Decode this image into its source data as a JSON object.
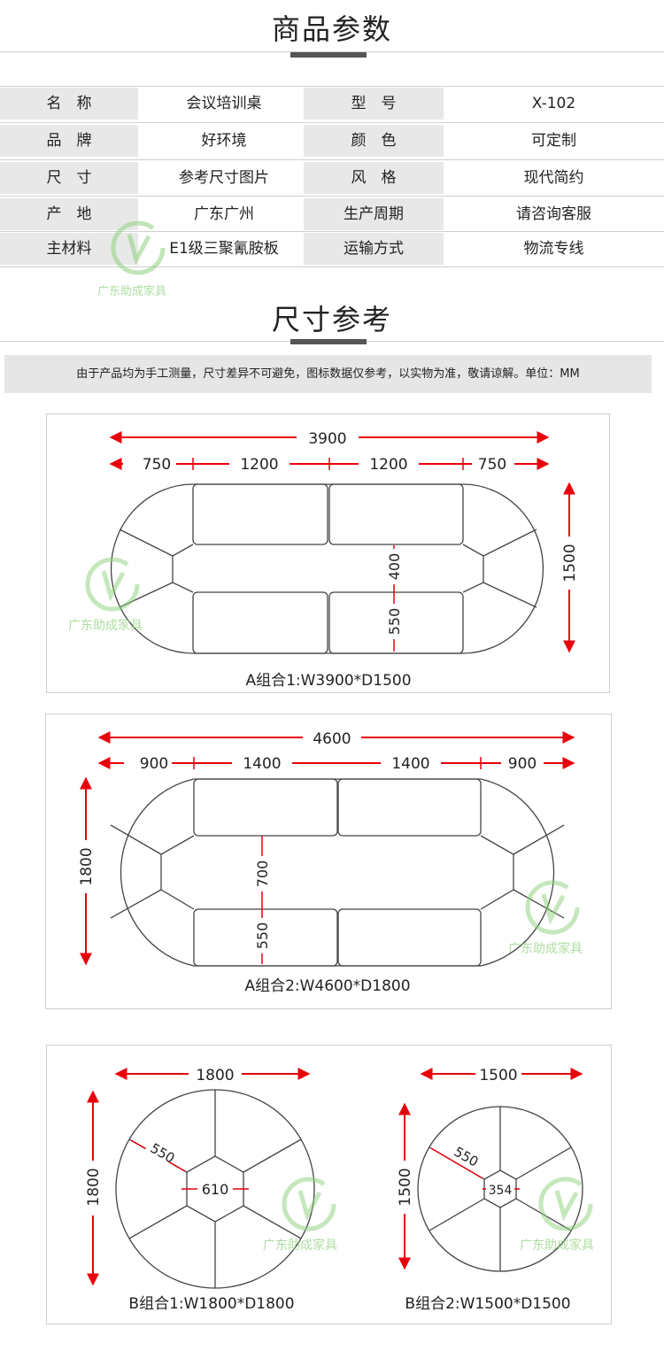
{
  "params": {
    "title": "商品参数",
    "rows": [
      {
        "l1": "名　称",
        "v1": "会议培训桌",
        "l2": "型　号",
        "v2": "X-102"
      },
      {
        "l1": "品　牌",
        "v1": "好环境",
        "l2": "颜　色",
        "v2": "可定制"
      },
      {
        "l1": "尺　寸",
        "v1": "参考尺寸图片",
        "l2": "风　格",
        "v2": "现代简约"
      },
      {
        "l1": "产　地",
        "v1": "广东广州",
        "l2": "生产周期",
        "v2": "请咨询客服"
      },
      {
        "l1": "主材料",
        "v1": "E1级三聚氰胺板",
        "l2": "运输方式",
        "v2": "物流专线"
      }
    ]
  },
  "size": {
    "title": "尺寸参考",
    "notice": "由于产品均为手工测量，尺寸差异不可避免，图标数据仅参考，以实物为准，敬请谅解。单位：MM"
  },
  "watermark": {
    "text": "广东助成家具",
    "color": "#8ccf7a"
  },
  "colors": {
    "dimension": "#e8000b",
    "outline": "#444444",
    "label_bg": "#e8e8e8"
  },
  "diagrams": {
    "a1": {
      "total": "3900",
      "end_left": "750",
      "mid_left": "1200",
      "mid_right": "1200",
      "end_right": "750",
      "depth": "1500",
      "inner": "400",
      "table": "550",
      "caption": "A组合1:W3900*D1500"
    },
    "a2": {
      "total": "4600",
      "end_left": "900",
      "mid_left": "1400",
      "mid_right": "1400",
      "end_right": "900",
      "depth": "1800",
      "inner": "700",
      "table": "550",
      "caption": "A组合2:W4600*D1800"
    },
    "b1": {
      "width": "1800",
      "height": "1800",
      "seg": "550",
      "center": "610",
      "caption": "B组合1:W1800*D1800"
    },
    "b2": {
      "width": "1500",
      "height": "1500",
      "seg": "550",
      "center": "354",
      "caption": "B组合2:W1500*D1500"
    }
  }
}
